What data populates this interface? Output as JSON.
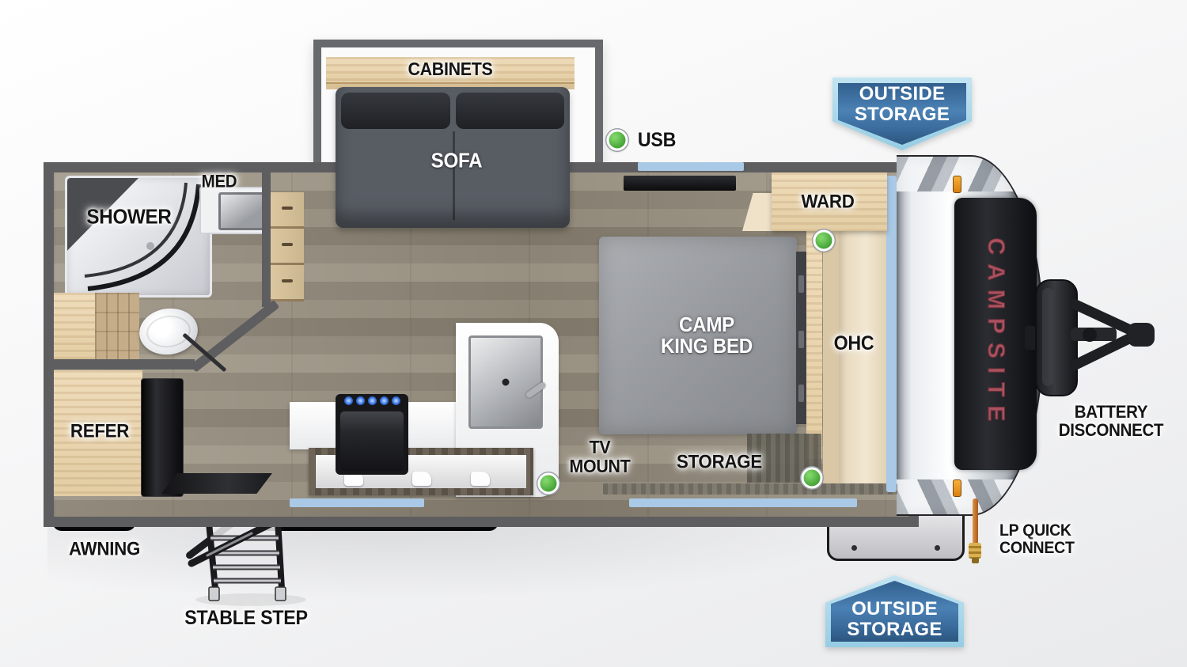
{
  "diagram": {
    "type": "rv-travel-trailer-floorplan"
  },
  "labels": {
    "cabinets": "CABINETS",
    "sofa": "SOFA",
    "usb": "USB",
    "med": "MED",
    "shower": "SHOWER",
    "ward": "WARD",
    "bed": {
      "line1": "CAMP",
      "line2": "KING BED"
    },
    "ohc": "OHC",
    "refer": "REFER",
    "tv_mount": {
      "line1": "TV",
      "line2": "MOUNT"
    },
    "storage": "STORAGE",
    "awning": "AWNING",
    "stable_step": "STABLE STEP",
    "battery": {
      "line1": "BATTERY",
      "line2": "DISCONNECT"
    },
    "lp": {
      "line1": "LP QUICK",
      "line2": "CONNECT"
    },
    "campsite": "CAMPSITE",
    "outside_storage_top": {
      "line1": "OUTSIDE",
      "line2": "STORAGE"
    },
    "outside_storage_bottom": {
      "line1": "OUTSIDE",
      "line2": "STORAGE"
    }
  },
  "colors": {
    "wall_gray": "#5e5e60",
    "floor_wood": "#928a7a",
    "cabinet_wood": "#e9d6b4",
    "sofa_gray": "#585d64",
    "bed_gray": "#9a9da1",
    "window_blue": "#a9c9e6",
    "usb_green": "#4ba93c",
    "badge_fill_blue": "#3f6f9f",
    "badge_border_blue": "#a9d6e9",
    "brand_red": "#ab515e"
  }
}
